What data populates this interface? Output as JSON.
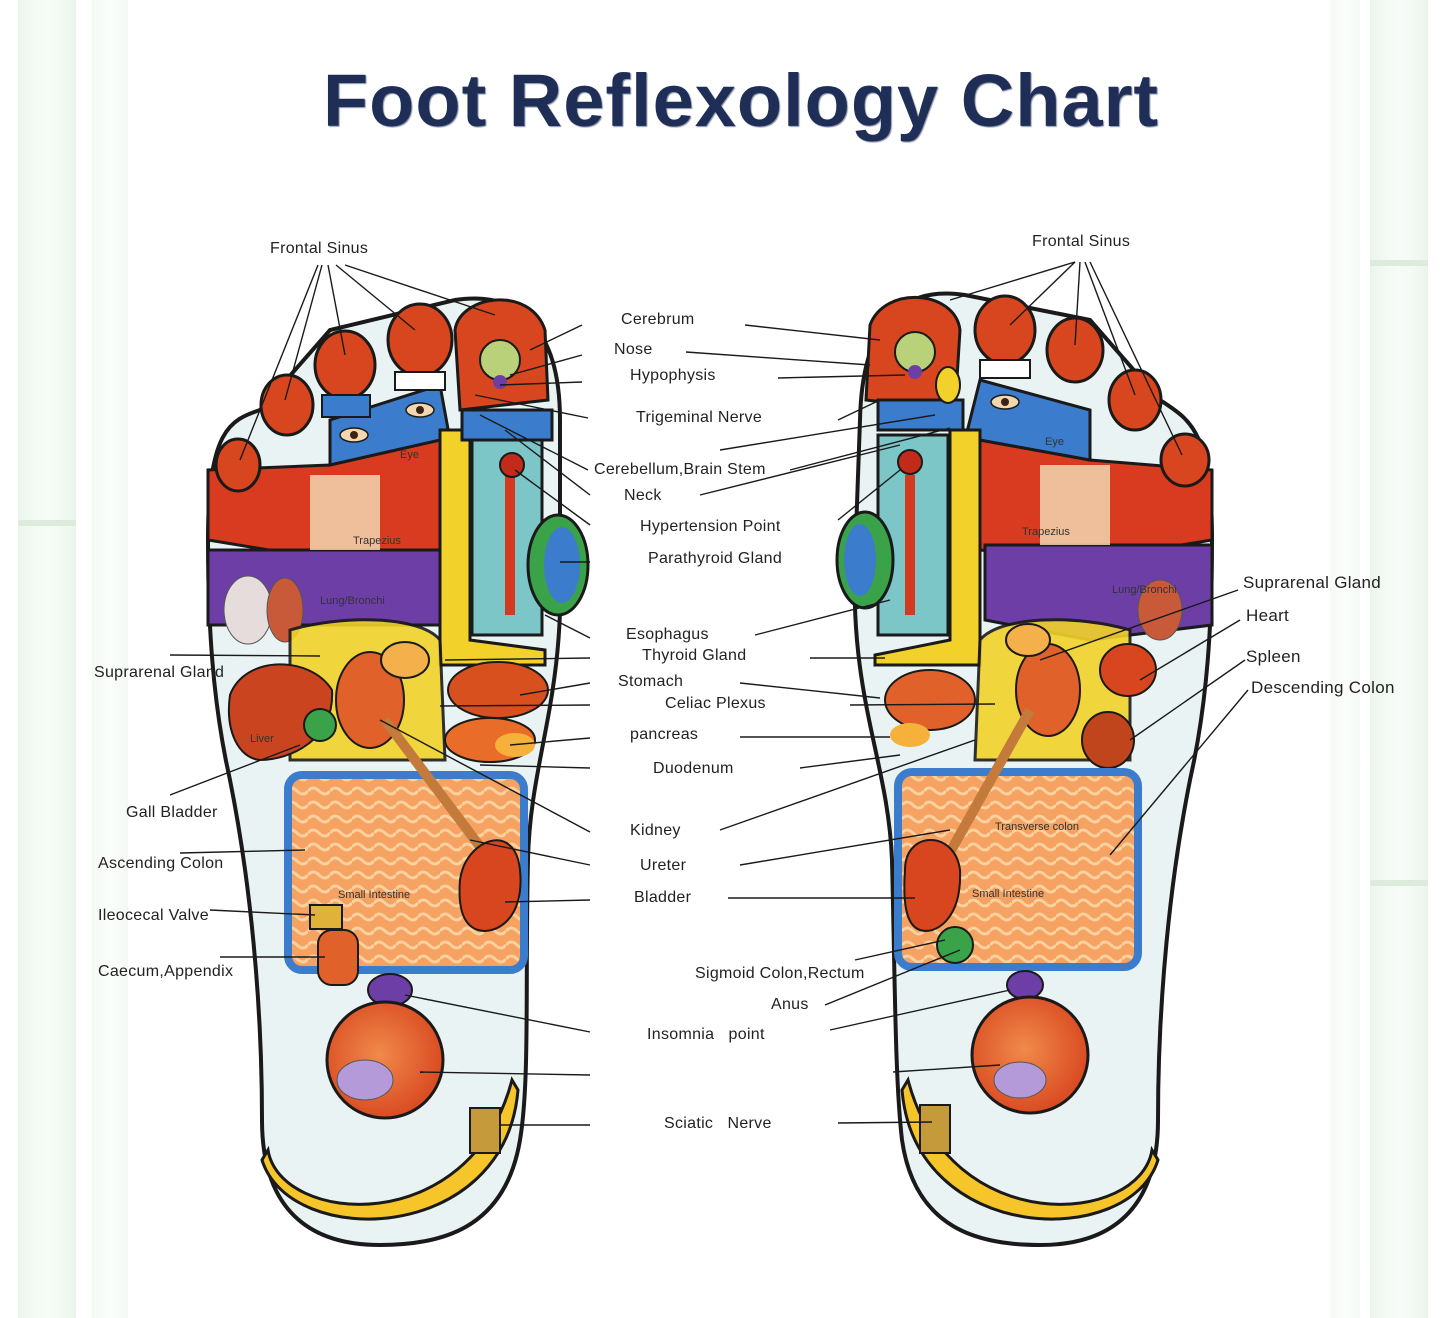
{
  "title": "Foot Reflexology Chart",
  "colors": {
    "title": "#1f2e57",
    "outline": "#1a1a1a",
    "toe_red": "#d8461f",
    "eye_blue": "#3c7ccc",
    "trapezius_red": "#d83b1f",
    "lung_purple": "#6d3fa6",
    "spine_yellow": "#f2d22a",
    "intestine_orange": "#f4a05a",
    "heel_yellow": "#f6c52a",
    "teal": "#5eb6b0",
    "green": "#3aa34a"
  },
  "inner_labels": {
    "eye_left": "Eye",
    "eye_right": "Eye",
    "trapezius_left": "Trapezius",
    "trapezius_right": "Trapezius",
    "lung_bronchi_left": "Lung/Bronchi",
    "lung_bronchi_right": "Lung/Bronchi",
    "liver": "Liver",
    "small_intestine_left": "Small Intestine",
    "small_intestine_right": "Small Intestine",
    "transverse_colon": "Transverse colon"
  },
  "labels": {
    "frontal_sinus_left": "Frontal Sinus",
    "frontal_sinus_right": "Frontal Sinus",
    "cerebrum": "Cerebrum",
    "nose": "Nose",
    "hypophysis": "Hypophysis",
    "trigeminal_nerve": "Trigeminal Nerve",
    "cerebellum_brain_stem": "Cerebellum,Brain Stem",
    "neck": "Neck",
    "hypertension_point": "Hypertension Point",
    "parathyroid_gland": "Parathyroid Gland",
    "esophagus": "Esophagus",
    "thyroid_gland": "Thyroid Gland",
    "stomach": "Stomach",
    "celiac_plexus": "Celiac Plexus",
    "pancreas": "pancreas",
    "duodenum": "Duodenum",
    "kidney": "Kidney",
    "ureter": "Ureter",
    "bladder": "Bladder",
    "sigmoid_colon_rectum": "Sigmoid Colon,Rectum",
    "anus": "Anus",
    "insomnia_point": "Insomnia   point",
    "sciatic_nerve": "Sciatic   Nerve",
    "suprarenal_gland_left": "Suprarenal Gland",
    "suprarenal_gland_right": "Suprarenal Gland",
    "gall_bladder": "Gall Bladder",
    "ascending_colon": "Ascending Colon",
    "ileocecal_valve": "Ileocecal Valve",
    "caecum_appendix": "Caecum,Appendix",
    "heart": "Heart",
    "spleen": "Spleen",
    "descending_colon": "Descending Colon"
  }
}
